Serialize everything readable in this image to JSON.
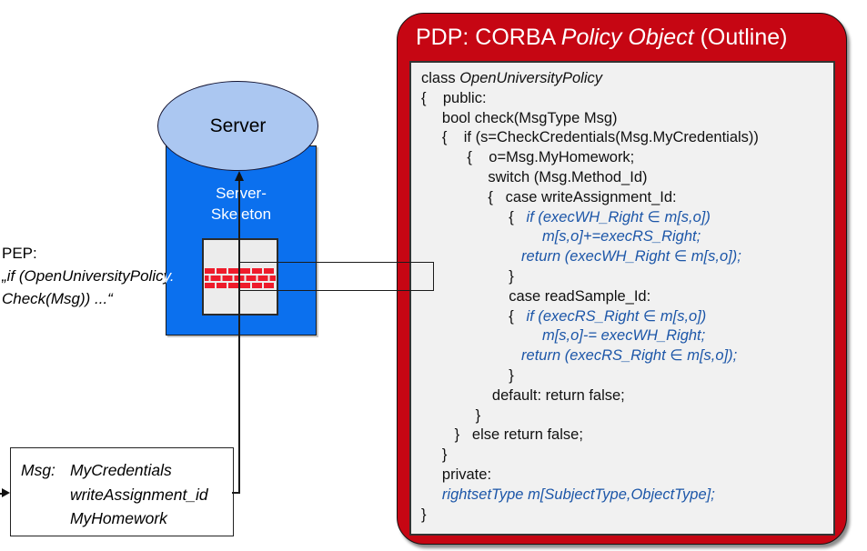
{
  "pep": {
    "label": "PEP:",
    "code_line1": "„if (OpenUniversityPolicy.",
    "code_line2": "Check(Msg)) ...“"
  },
  "server": {
    "label": "Server",
    "skeleton_line1": "Server-",
    "skeleton_line2": "Skeleton"
  },
  "msg_box": {
    "label": "Msg:",
    "items": [
      "MyCredentials",
      "writeAssignment_id",
      "MyHomework"
    ]
  },
  "pdp": {
    "title": {
      "prefix": "PDP: CORBA ",
      "italic": "Policy Object",
      "suffix": " (Outline)"
    },
    "code_lines": [
      [
        {
          "t": "class ",
          "s": "n"
        },
        {
          "t": "OpenUniversityPolicy",
          "s": "i"
        }
      ],
      [
        {
          "t": "{    public:",
          "s": "n"
        }
      ],
      [
        {
          "t": "     bool check(MsgType Msg)",
          "s": "n"
        }
      ],
      [
        {
          "t": "     {    if (s=CheckCredentials(Msg.MyCredentials))",
          "s": "n"
        }
      ],
      [
        {
          "t": "           {    o=Msg.MyHomework;",
          "s": "n"
        }
      ],
      [
        {
          "t": "                switch (Msg.Method_Id)",
          "s": "n"
        }
      ],
      [
        {
          "t": "                {   case writeAssignment_Id:",
          "s": "n"
        }
      ],
      [
        {
          "t": "                     {   ",
          "s": "n"
        },
        {
          "t": "if (execWH_Right ∈ m[s,o])",
          "s": "b"
        }
      ],
      [
        {
          "t": "                             ",
          "s": "n"
        },
        {
          "t": "m[s,o]+=execRS_Right;",
          "s": "b"
        }
      ],
      [
        {
          "t": "                        ",
          "s": "n"
        },
        {
          "t": "return (execWH_Right ∈ m[s,o]);",
          "s": "b"
        }
      ],
      [
        {
          "t": "                     }",
          "s": "n"
        }
      ],
      [
        {
          "t": "                     case readSample_Id:",
          "s": "n"
        }
      ],
      [
        {
          "t": "                     {   ",
          "s": "n"
        },
        {
          "t": "if (execRS_Right ∈ m[s,o])",
          "s": "b"
        }
      ],
      [
        {
          "t": "                             ",
          "s": "n"
        },
        {
          "t": "m[s,o]-= execWH_Right;",
          "s": "b"
        }
      ],
      [
        {
          "t": "                        ",
          "s": "n"
        },
        {
          "t": "return (execRS_Right ∈ m[s,o]);",
          "s": "b"
        }
      ],
      [
        {
          "t": "                     }",
          "s": "n"
        }
      ],
      [
        {
          "t": "                 default: return false;",
          "s": "n"
        }
      ],
      [
        {
          "t": "             }",
          "s": "n"
        }
      ],
      [
        {
          "t": "        }   else return false;",
          "s": "n"
        }
      ],
      [
        {
          "t": "     }",
          "s": "n"
        }
      ],
      [
        {
          "t": "     private:",
          "s": "n"
        }
      ],
      [
        {
          "t": "     ",
          "s": "n"
        },
        {
          "t": "rightsetType m[SubjectType,ObjectType];",
          "s": "b"
        }
      ],
      [
        {
          "t": "}",
          "s": "n"
        }
      ]
    ]
  },
  "colors": {
    "pdp_red": "#c60613",
    "server_blue": "#0b70ee",
    "ellipse_blue": "#abc7f1",
    "code_blue": "#1c56a8",
    "brick_red": "#ee1b2b",
    "box_gray": "#f1f1f1"
  }
}
